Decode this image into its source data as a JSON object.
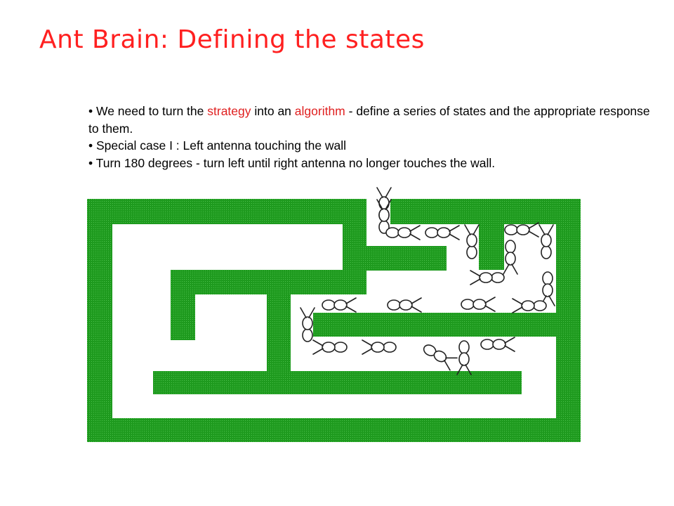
{
  "slide": {
    "title": "Ant Brain: Defining the states",
    "bullets": [
      {
        "parts": [
          {
            "text": "• We need to turn the ",
            "highlight": false
          },
          {
            "text": "strategy",
            "highlight": true
          },
          {
            "text": " into an ",
            "highlight": false
          },
          {
            "text": "algorithm",
            "highlight": true
          },
          {
            "text": " - define a series of states and the appropriate response to them.",
            "highlight": false
          }
        ]
      },
      {
        "parts": [
          {
            "text": "• Special case I : Left antenna touching the wall",
            "highlight": false
          }
        ]
      },
      {
        "parts": [
          {
            "text": "• Turn 180 degrees - turn left until right antenna no longer touches the wall.",
            "highlight": false
          }
        ]
      }
    ]
  },
  "colors": {
    "title": "#ff2020",
    "highlight": "#e02020",
    "wall": "#1e9a1e",
    "ant_stroke": "#222222"
  }
}
